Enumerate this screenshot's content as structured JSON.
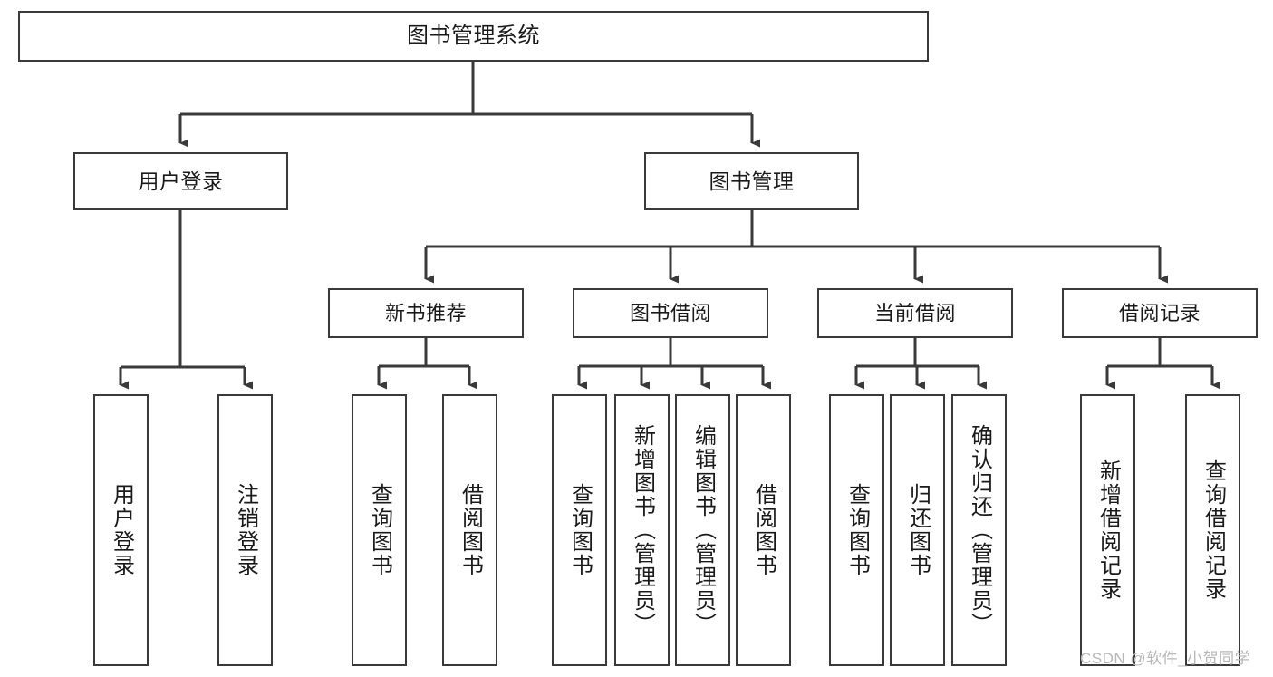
{
  "diagram": {
    "title": "图书管理系统",
    "watermark": "CSDN @软件_小贺同学",
    "line_color": "#3a3a3a",
    "box_border_color": "#3a3a3a",
    "box_fill_color": "#ffffff",
    "text_color": "#1a1a1a",
    "watermark_color": "#b8b8b8"
  },
  "nodes": {
    "root": {
      "label": "图书管理系统"
    },
    "level2": [
      {
        "label": "用户登录"
      },
      {
        "label": "图书管理"
      }
    ],
    "level3": [
      {
        "label": "新书推荐"
      },
      {
        "label": "图书借阅"
      },
      {
        "label": "当前借阅"
      },
      {
        "label": "借阅记录"
      }
    ],
    "leaves": {
      "user_login": [
        {
          "label": "用户登录"
        },
        {
          "label": "注销登录"
        }
      ],
      "new_book_recommend": [
        {
          "label": "查询图书"
        },
        {
          "label": "借阅图书"
        }
      ],
      "book_borrow": [
        {
          "label": "查询图书"
        },
        {
          "label": "新增图书（管理员）"
        },
        {
          "label": "编辑图书（管理员）"
        },
        {
          "label": "借阅图书"
        }
      ],
      "current_borrow": [
        {
          "label": "查询图书"
        },
        {
          "label": "归还图书"
        },
        {
          "label": "确认归还（管理员）"
        }
      ],
      "borrow_record": [
        {
          "label": "新增借阅记录"
        },
        {
          "label": "查询借阅记录"
        }
      ]
    }
  }
}
